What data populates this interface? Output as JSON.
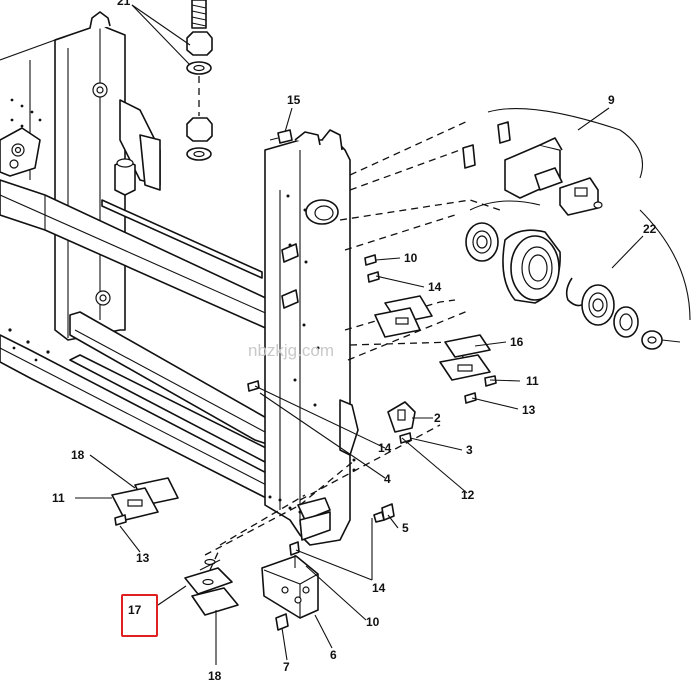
{
  "diagram": {
    "watermark": "nbzkjg.com",
    "highlight_color": "#e02020",
    "highlighted_callout": "17",
    "callouts": {
      "c21": "21",
      "c15": "15",
      "c9": "9",
      "c22": "22",
      "c10a": "10",
      "c14a": "14",
      "c16": "16",
      "c11a": "11",
      "c13a": "13",
      "c2": "2",
      "c3": "3",
      "c12": "12",
      "c14b": "14",
      "c4": "4",
      "c18a": "18",
      "c11b": "11",
      "c5": "5",
      "c13b": "13",
      "c14c": "14",
      "c17": "17",
      "c10b": "10",
      "c6": "6",
      "c7": "7",
      "c18b": "18"
    }
  }
}
